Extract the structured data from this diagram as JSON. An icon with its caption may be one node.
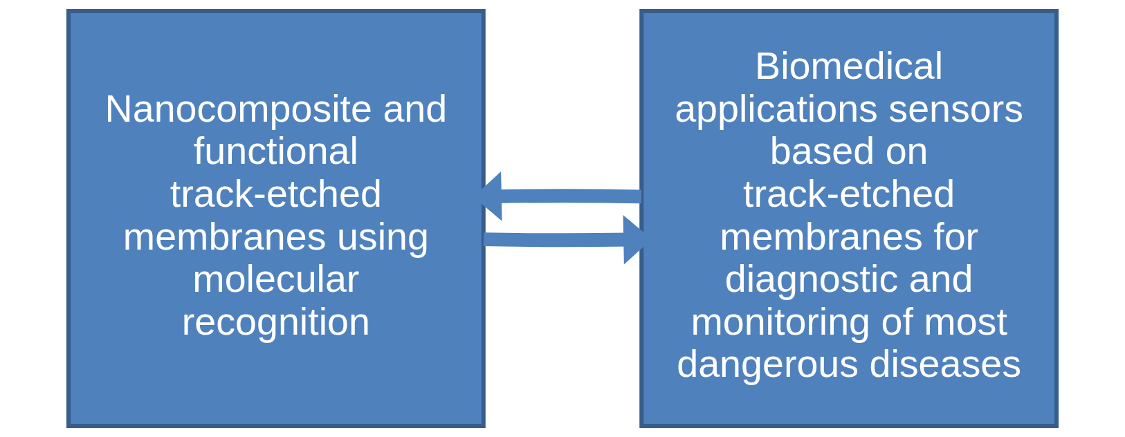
{
  "diagram": {
    "nodes": [
      {
        "text": [
          "Nanocomposite and functional track-etched membranes using molecular recognition"
        ]
      },
      {
        "text": [
          "Biomedical applications sensors based on track-etched membranes for diagnostic and monitoring of most dangerous diseases"
        ]
      }
    ],
    "edges": [
      {
        "from": 0,
        "to": 1,
        "arrow": "to"
      },
      {
        "from": 1,
        "to": 0,
        "arrow": "to"
      }
    ]
  }
}
